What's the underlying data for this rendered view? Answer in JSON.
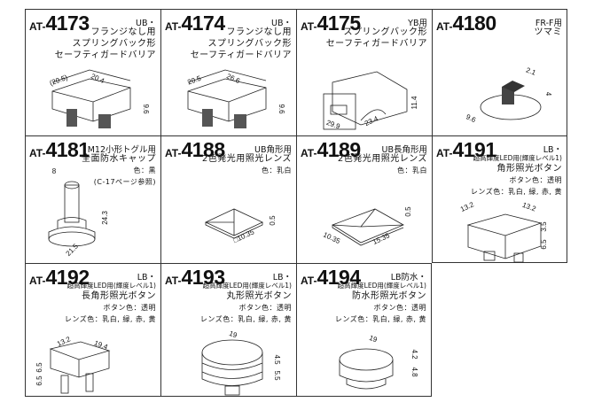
{
  "prefix": "AT-",
  "products": [
    {
      "model": "4173",
      "tag": "UB・",
      "lines": [
        "フランジなし用",
        "スプリングバック形",
        "セーフティガードバリア"
      ],
      "dims": [
        "(20.5)",
        "20.4",
        "9.6"
      ]
    },
    {
      "model": "4174",
      "tag": "UB・",
      "lines": [
        "フランジなし用",
        "スプリングバック形",
        "セーフティガードバリア"
      ],
      "dims": [
        "20.5",
        "26.6",
        "9.6"
      ]
    },
    {
      "model": "4175",
      "tag": "YB用",
      "lines": [
        "スプリングバック形",
        "セーフティガードバリア"
      ],
      "dims": [
        "11.4",
        "29.9",
        "23.4"
      ]
    },
    {
      "model": "4180",
      "tag": "FR-F用",
      "lines": [
        "ツマミ"
      ],
      "dims": [
        "2.1",
        "4",
        "9.6"
      ]
    },
    {
      "model": "4181",
      "tag": "M12小形トグル用",
      "lines": [
        "全面防水キャップ",
        "色：黒",
        "(C-17ページ参照)"
      ],
      "dims": [
        "8",
        "24.3",
        "21.5"
      ]
    },
    {
      "model": "4188",
      "tag": "UB角形用",
      "lines": [
        "2色発光用照光レンズ",
        "色：乳白"
      ],
      "dims": [
        "0.5",
        "□10.35"
      ]
    },
    {
      "model": "4189",
      "tag": "UB長角形用",
      "lines": [
        "2色発光用照光レンズ",
        "色：乳白"
      ],
      "dims": [
        "0.5",
        "10.35",
        "15.35"
      ]
    },
    {
      "model": "4191",
      "tag": "LB・",
      "lines": [
        "超高輝度LED用(輝度レベル1)",
        "角形照光ボタン",
        "ボタン色：透明",
        "レンズ色：乳白, 緑, 赤, 黄"
      ],
      "dims": [
        "13.2",
        "13.2",
        "3.5",
        "6.5"
      ]
    },
    {
      "model": "4192",
      "tag": "LB・",
      "lines": [
        "超高輝度LED用(輝度レベル1)",
        "長角形照光ボタン",
        "ボタン色：透明",
        "レンズ色：乳白, 緑, 赤, 黄"
      ],
      "dims": [
        "13.2",
        "19.4",
        "6.5",
        "6.5"
      ]
    },
    {
      "model": "4193",
      "tag": "LB・",
      "lines": [
        "超高輝度LED用(輝度レベル1)",
        "丸形照光ボタン",
        "ボタン色：透明",
        "レンズ色：乳白, 緑, 赤, 黄"
      ],
      "dims": [
        "19",
        "4.5",
        "5.5"
      ]
    },
    {
      "model": "4194",
      "tag": "LB防水・",
      "lines": [
        "超高輝度LED用(輝度レベル1)",
        "防水形照光ボタン",
        "ボタン色：透明",
        "レンズ色：乳白, 緑, 赤, 黄"
      ],
      "dims": [
        "19",
        "4.2",
        "4.8"
      ]
    }
  ]
}
